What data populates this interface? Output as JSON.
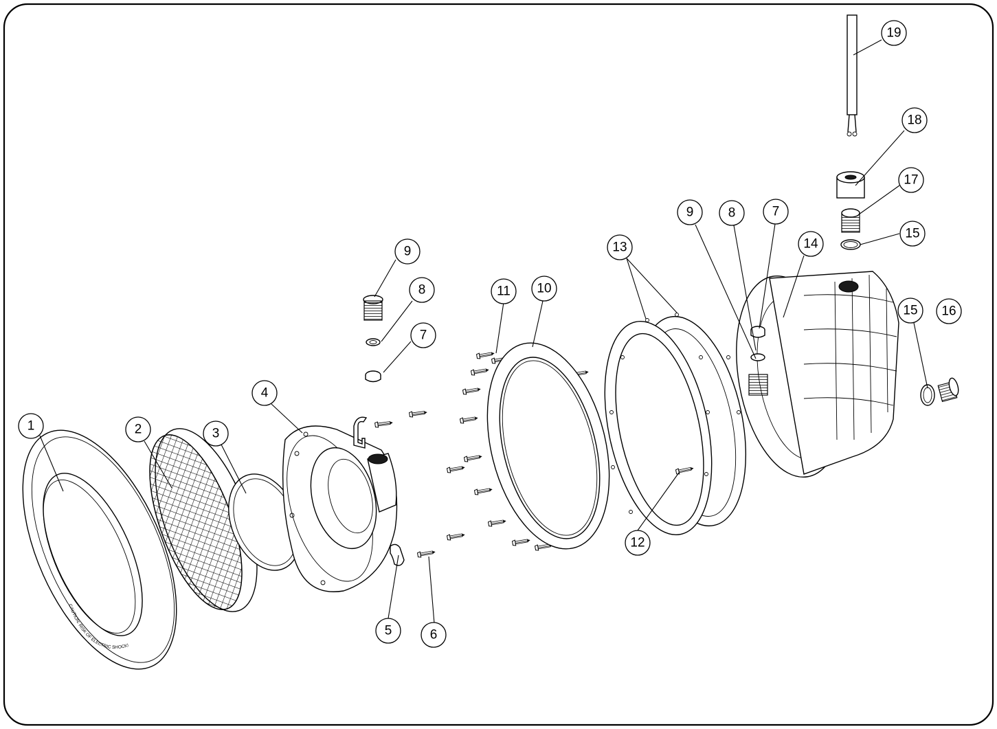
{
  "callouts": [
    {
      "id": "c1",
      "label": "1"
    },
    {
      "id": "c2",
      "label": "2"
    },
    {
      "id": "c3",
      "label": "3"
    },
    {
      "id": "c4",
      "label": "4"
    },
    {
      "id": "c5",
      "label": "5"
    },
    {
      "id": "c6",
      "label": "6"
    },
    {
      "id": "c7a",
      "label": "7"
    },
    {
      "id": "c8a",
      "label": "8"
    },
    {
      "id": "c9a",
      "label": "9"
    },
    {
      "id": "c10",
      "label": "10"
    },
    {
      "id": "c11",
      "label": "11"
    },
    {
      "id": "c12",
      "label": "12"
    },
    {
      "id": "c13",
      "label": "13"
    },
    {
      "id": "c9b",
      "label": "9"
    },
    {
      "id": "c8b",
      "label": "8"
    },
    {
      "id": "c7b",
      "label": "7"
    },
    {
      "id": "c14",
      "label": "14"
    },
    {
      "id": "c15a",
      "label": "15"
    },
    {
      "id": "c17",
      "label": "17"
    },
    {
      "id": "c18",
      "label": "18"
    },
    {
      "id": "c19",
      "label": "19"
    },
    {
      "id": "c15b",
      "label": "15"
    },
    {
      "id": "c16",
      "label": "16"
    }
  ],
  "trim_ring_text": "CAUTION: RISK OF ELECTRIC SHOCK! READ INSTRUCTIONS BEFORE SERVICING"
}
